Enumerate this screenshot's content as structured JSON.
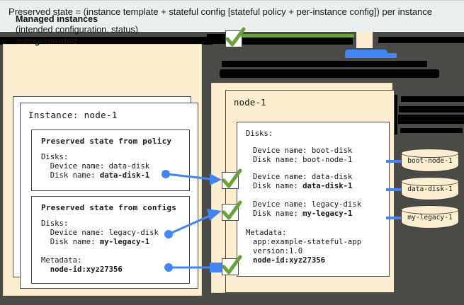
{
  "header": {
    "text": "Preserved state = (instance template + stateful config [stateful policy + per-instance config]) per instance"
  },
  "colors": {
    "cream": "#fceed0",
    "background_dark": "#4a4a47",
    "header_bg": "#eceff0",
    "arrow_blue": "#4285f4",
    "check_green": "#6aa13c",
    "redaction_black": "#000000"
  },
  "left_panel": {
    "title": "Managed instances",
    "subtitle": "(intended configuration, status)",
    "autogenerated": "autogenerated",
    "instance_label": "Instance: node-1",
    "policy_box": {
      "title": "Preserved state from policy",
      "lines": [
        "Disks:",
        "  Device name: data-disk",
        "  Disk name: data-disk-1"
      ],
      "bold_values": [
        "data-disk-1"
      ]
    },
    "configs_box": {
      "title": "Preserved state from configs",
      "lines": [
        "Disks:",
        "  Device name: legacy-disk",
        "  Disk name: my-legacy-1",
        "",
        "Metadata:",
        "  node-id:xyz27356"
      ],
      "bold_values": [
        "my-legacy-1",
        "node-id:xyz27356"
      ]
    }
  },
  "right_panel": {
    "node_label": "node-1",
    "disks_heading": "Disks:",
    "entries": [
      {
        "device_name": "Device name: boot-disk",
        "disk_name": "Disk name: boot-node-1",
        "disk_name_bold": false,
        "checked": false
      },
      {
        "device_name": "Device name: data-disk",
        "disk_name": "Disk name: data-disk-1",
        "disk_name_bold": true,
        "checked": true
      },
      {
        "device_name": "Device name: legacy-disk",
        "disk_name": "Disk name: my-legacy-1",
        "disk_name_bold": true,
        "checked": true
      }
    ],
    "metadata_heading": "Metadata:",
    "metadata": [
      {
        "text": "app:example-stateful-app",
        "bold": false
      },
      {
        "text": "version:1.0",
        "bold": false
      },
      {
        "text": "node-id:xyz27356",
        "bold": true
      }
    ]
  },
  "disks": [
    {
      "label": "boot-node-1"
    },
    {
      "label": "data-disk-1"
    },
    {
      "label": "my-legacy-1"
    }
  ],
  "icons": {
    "check": "check-icon"
  }
}
